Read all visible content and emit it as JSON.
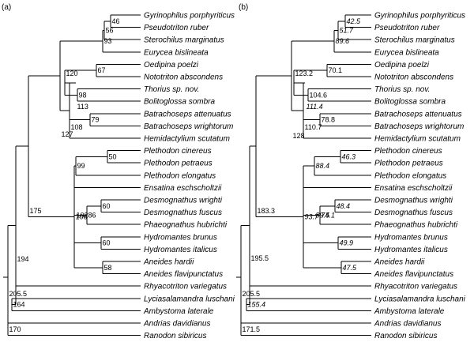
{
  "panels": [
    {
      "label": "(a)",
      "taxa": [
        "Gyrinophilus porphyriticus",
        "Pseudotriton ruber",
        "Sterochilus marginatus",
        "Eurycea bislineata",
        "Oedipina poelzi",
        "Nototriton abscondens",
        "Thorius sp. nov.",
        "Bolitoglossa sombra",
        "Batrachoseps attenuatus",
        "Batrachoseps wrightorum",
        "Hemidactylium scutatum",
        "Plethodon cinereus",
        "Plethodon petraeus",
        "Plethodon elongatus",
        "Ensatina eschscholtzii",
        "Desmognathus wrighti",
        "Desmognathus fuscus",
        "Phaeognathus hubrichti",
        "Hydromantes brunus",
        "Hydromantes italicus",
        "Aneides hardii",
        "Aneides flavipunctatus",
        "Rhyacotriton variegatus",
        "Lyciasalamandra luschani",
        "Ambystoma laterale",
        "Andrias davidianus",
        "Ranodon sibiricus"
      ],
      "node_labels": {
        "gyr_pse": "46",
        "gyr_ste": "56",
        "eurycea_clade": "93",
        "oed_not": "67",
        "oed_tho": "98",
        "oed_bol": "113",
        "bat": "79",
        "bat_hem": "108",
        "bolitoglossinae": "120",
        "hemidactyliinae": "127",
        "ple_cin_pet": "50",
        "plethodon": "99",
        "des_wri_fus": "60",
        "desmognathus": "86",
        "des_pha": "102",
        "hydromantes": "60",
        "aneides": "58",
        "plethodontinae": "106",
        "plethodontidae": "175",
        "ambystoma_clade": "164",
        "salamandroidea": "194",
        "root": "205.5",
        "cryptobranchoidea": "170"
      }
    },
    {
      "label": "(b)",
      "taxa": [
        "Gyrinophilus porphyriticus",
        "Pseudotriton ruber",
        "Sterochilus marginatus",
        "Eurycea bislineata",
        "Oedipina poelzi",
        "Nototriton abscondens",
        "Thorius sp. nov.",
        "Bolitoglossa sombra",
        "Batrachoseps attenuatus",
        "Batrachoseps wrightorum",
        "Hemidactylium scutatum",
        "Plethodon cinereus",
        "Plethodon petraeus",
        "Plethodon elongatus",
        "Ensatina eschscholtzii",
        "Desmognathus wrighti",
        "Desmognathus fuscus",
        "Phaeognathus hubrichti",
        "Hydromantes brunus",
        "Hydromantes italicus",
        "Aneides hardii",
        "Aneides flavipunctatus",
        "Rhyacotriton variegatus",
        "Lyciasalamandra luschani",
        "Ambystoma laterale",
        "Andrias davidianus",
        "Ranodon sibiricus"
      ],
      "node_labels": {
        "gyr_pse": "42.5",
        "gyr_ste": "51.7",
        "eurycea_clade": "89.6",
        "oed_not": "70.1",
        "oed_tho": "104.6",
        "oed_bol": "111.4",
        "bat": "78.8",
        "bat_hem": "110.7",
        "bolitoglossinae": "123.2",
        "hemidactyliinae": "128",
        "ple_cin_pet": "46.3",
        "plethodon": "88.4",
        "des_wri_fus": "48.4",
        "desmognathus": "74.1",
        "des_pha": "89.5",
        "hydromantes": "49.9",
        "aneides": "47.5",
        "plethodontinae": "93.7",
        "plethodontidae": "183.3",
        "ambystoma_clade": "155.4",
        "salamandroidea": "195.5",
        "root": "205.5",
        "cryptobranchoidea": "171.5"
      }
    }
  ]
}
